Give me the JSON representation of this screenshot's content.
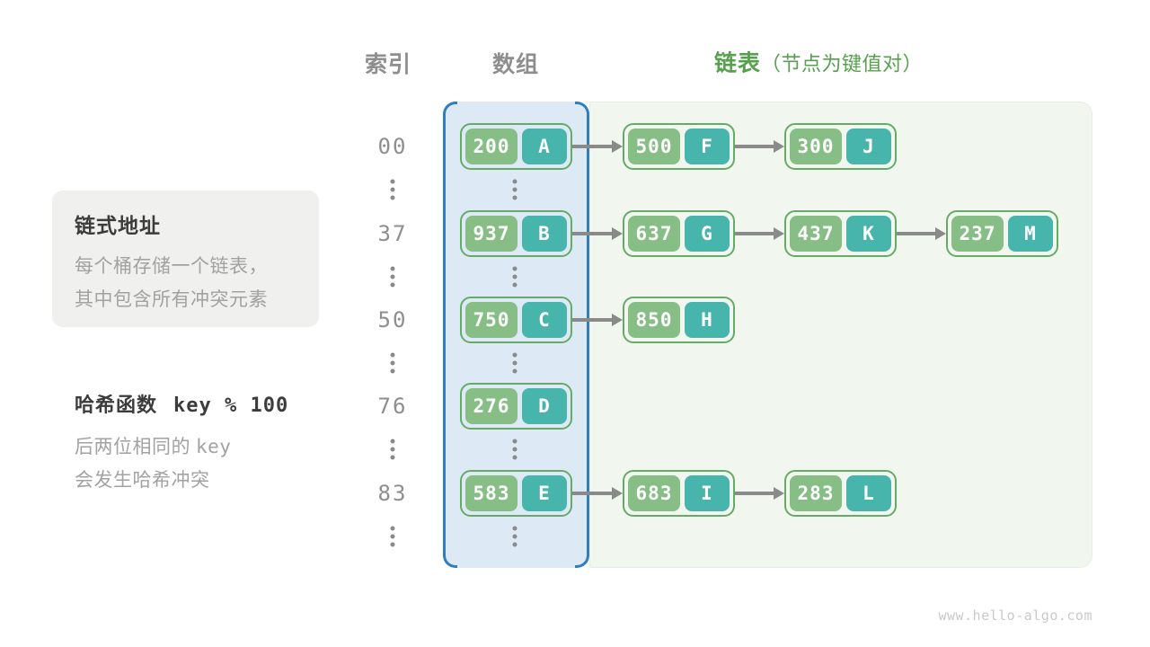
{
  "header": {
    "index_label": "索引",
    "array_label": "数组",
    "list_label": "链表",
    "list_note": "（节点为键值对）"
  },
  "note_box": {
    "title": "链式地址",
    "line1": "每个桶存储一个链表，",
    "line2": "其中包含所有冲突元素"
  },
  "hash_note": {
    "title_text": "哈希函数",
    "title_code": "key % 100",
    "line1_text": "后两位相同的",
    "line1_code": "key",
    "line2_text": "会发生哈希冲突"
  },
  "rows": [
    {
      "index": "00",
      "bucket": {
        "key": "200",
        "value": "A"
      },
      "chain": [
        {
          "key": "500",
          "value": "F"
        },
        {
          "key": "300",
          "value": "J"
        }
      ]
    },
    {
      "index": "37",
      "bucket": {
        "key": "937",
        "value": "B"
      },
      "chain": [
        {
          "key": "637",
          "value": "G"
        },
        {
          "key": "437",
          "value": "K"
        },
        {
          "key": "237",
          "value": "M"
        }
      ]
    },
    {
      "index": "50",
      "bucket": {
        "key": "750",
        "value": "C"
      },
      "chain": [
        {
          "key": "850",
          "value": "H"
        }
      ]
    },
    {
      "index": "76",
      "bucket": {
        "key": "276",
        "value": "D"
      },
      "chain": []
    },
    {
      "index": "83",
      "bucket": {
        "key": "583",
        "value": "E"
      },
      "chain": [
        {
          "key": "683",
          "value": "I"
        },
        {
          "key": "283",
          "value": "L"
        }
      ]
    }
  ],
  "colors": {
    "key_green": "#87be85",
    "value_teal": "#48b5ad",
    "node_border": "#67aa67",
    "array_bg": "#ddeaf6",
    "array_border": "#2d7fc1",
    "list_bg": "#f1f7ef",
    "accent_green": "#57a14e",
    "arrow_gray": "#8a8a8a",
    "text_dark": "#3c3c3c",
    "text_gray": "#a2a2a2",
    "index_gray": "#8e8e8e",
    "box_bg": "#f0f0ee",
    "watermark_gray": "#c9c9c9"
  },
  "watermark": "www.hello-algo.com"
}
